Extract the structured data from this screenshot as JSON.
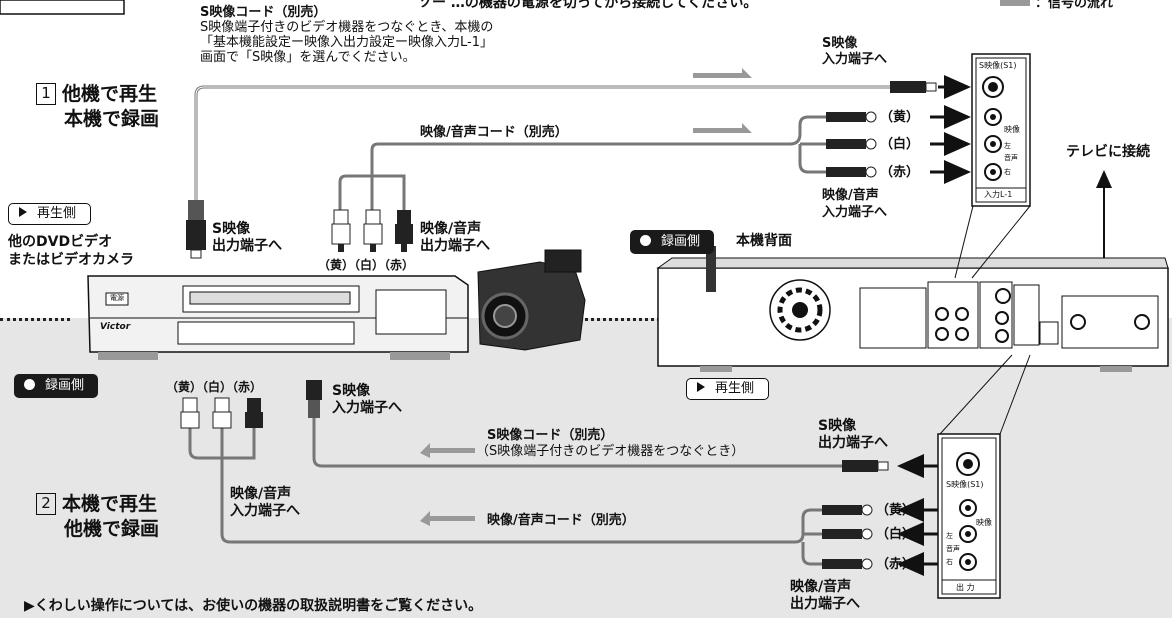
{
  "top_partial": "ソー …の機器の電源を切ってから接続してください。",
  "top_right_partial": "：信号の流れ",
  "section1": {
    "number": "1",
    "title_line1": "他機で再生",
    "title_line2": "本機で録画",
    "scord_title": "S映像コード（別売）",
    "scord_desc1": "S映像端子付きのビデオ機器をつなぐとき、本機の",
    "scord_desc2": "「基本機能設定ー映像入出力設定ー映像入力L-1」",
    "scord_desc3": "画面で「S映像」を選んでください。",
    "av_cord": "映像/音声コード（別売）",
    "s_in_1": "S映像",
    "s_in_2": "入力端子へ",
    "yellow": "（黄）",
    "white": "（白）",
    "red": "（赤）",
    "av_in_1": "映像/音声",
    "av_in_2": "入力端子へ",
    "playback_side": "再生側",
    "other_dev_1": "他のDVDビデオ",
    "other_dev_2": "またはビデオカメラ",
    "s_out_1": "S映像",
    "s_out_2": "出力端子へ",
    "av_out_1": "映像/音声",
    "av_out_2": "出力端子へ",
    "plug_colors": "（黄）（白）（赤）",
    "tv_connect": "テレビに接続",
    "rec_side": "録画側",
    "unit_back": "本機背面"
  },
  "section2": {
    "number": "2",
    "title_line1": "本機で再生",
    "title_line2": "他機で録画",
    "rec_side": "録画側",
    "plug_colors": "（黄）（白）（赤）",
    "s_in_1": "S映像",
    "s_in_2": "入力端子へ",
    "av_in_1": "映像/音声",
    "av_in_2": "入力端子へ",
    "playback_side": "再生側",
    "scord_title": "S映像コード（別売）",
    "scord_desc": "（S映像端子付きのビデオ機器をつなぐとき）",
    "av_cord": "映像/音声コード（別売）",
    "s_out_1": "S映像",
    "s_out_2": "出力端子へ",
    "yellow": "（黄）",
    "white": "（白）",
    "red": "（赤）",
    "av_out_1": "映像/音声",
    "av_out_2": "出力端子へ"
  },
  "panel1": {
    "s_label": "S映像(S1)",
    "video": "映像",
    "left": "左",
    "audio": "音声",
    "right": "右",
    "footer": "入力L-1"
  },
  "panel2": {
    "s_label": "S映像(S1)",
    "video": "映像",
    "left": "左",
    "audio": "音声",
    "right": "右",
    "footer": "出 力"
  },
  "vcr": {
    "brand": "Victor",
    "power": "電源"
  },
  "footnote": "▶くわしい操作については、お使いの機器の取扱説明書をご覧ください。"
}
